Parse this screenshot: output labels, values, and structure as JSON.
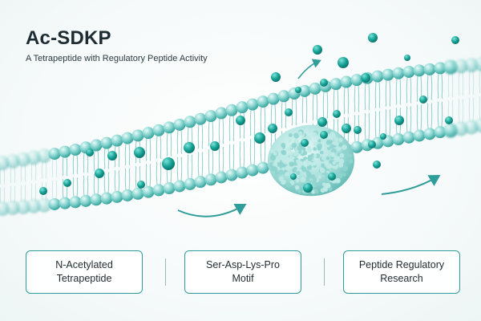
{
  "header": {
    "title": "Ac-SDKP",
    "subtitle": "A Tetrapeptide with Regulatory Peptide Activity"
  },
  "cards": [
    {
      "line1": "N-Acetylated",
      "line2": "Tetrapeptide"
    },
    {
      "line1": "Ser-Asp-Lys-Pro",
      "line2": "Motif"
    },
    {
      "line1": "Peptide Regulatory",
      "line2": "Research"
    }
  ],
  "colors": {
    "accent": "#2f9d9a",
    "head_dark": "#1b9a93",
    "head_light": "#8fd3cf",
    "peptide": "#159d90",
    "text": "#1d2b32"
  }
}
